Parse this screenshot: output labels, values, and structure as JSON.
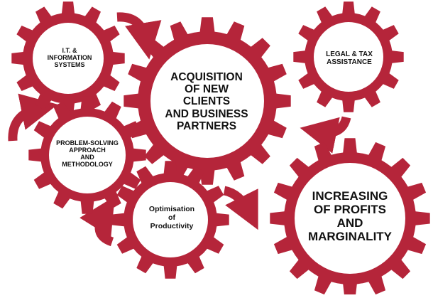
{
  "colors": {
    "gear": "#b5253a",
    "gear_center": "#ffffff",
    "text": "#111111",
    "arrow": "#b5253a"
  },
  "gears": [
    {
      "id": "it",
      "label": "I.T. &\nINFORMATION\nSYSTEMS"
    },
    {
      "id": "acquisition",
      "label": "ACQUISITION\nOF NEW\nCLIENTS\nAND BUSINESS\nPARTNERS"
    },
    {
      "id": "legal",
      "label": "LEGAL & TAX\nASSISTANCE"
    },
    {
      "id": "problem",
      "label": "PROBLEM-SOLVING\nAPPROACH\nAND\nMETHODOLOGY"
    },
    {
      "id": "optimisation",
      "label": "Optimisation\nof\nProductivity"
    },
    {
      "id": "profits",
      "label": "INCREASING\nOF PROFITS\nAND\nMARGINALITY"
    }
  ],
  "arrows": [
    "arrow-it-to-acquisition",
    "arrow-legal-to-acquisition",
    "arrow-problem-to-it",
    "arrow-optimisation-to-problem",
    "arrow-acquisition-to-profits"
  ]
}
